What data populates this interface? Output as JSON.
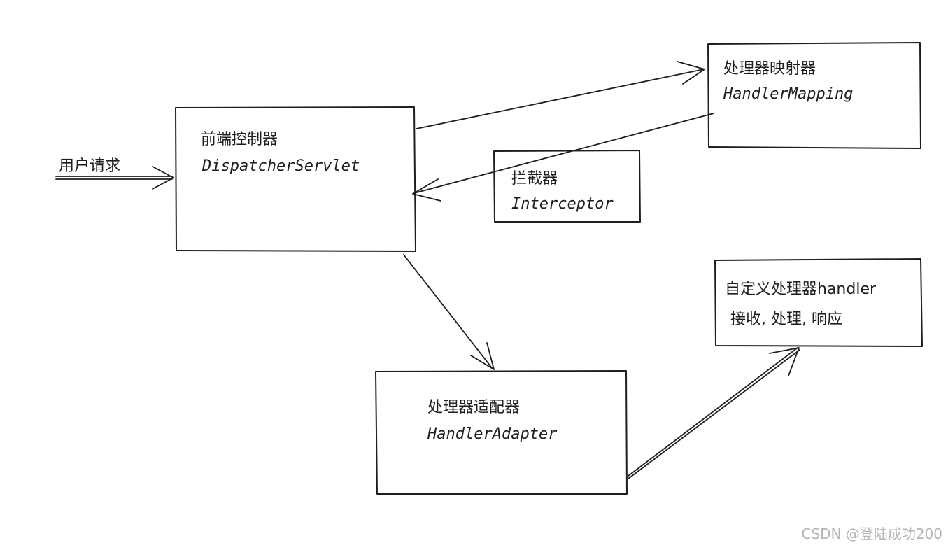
{
  "nodes": {
    "dispatcher": {
      "line1": "前端控制器",
      "line2": "DispatcherServlet"
    },
    "handler_mapping": {
      "line1": "处理器映射器",
      "line2": "HandlerMapping"
    },
    "interceptor": {
      "line1": "拦截器",
      "line2": "Interceptor"
    },
    "custom_handler": {
      "line1": "自定义处理器handler",
      "line2": "接收, 处理, 响应"
    },
    "handler_adapter": {
      "line1": "处理器适配器",
      "line2": "HandlerAdapter"
    }
  },
  "edges": {
    "user_request": {
      "label": "用户请求"
    }
  },
  "watermark": "CSDN @登陆成功200"
}
